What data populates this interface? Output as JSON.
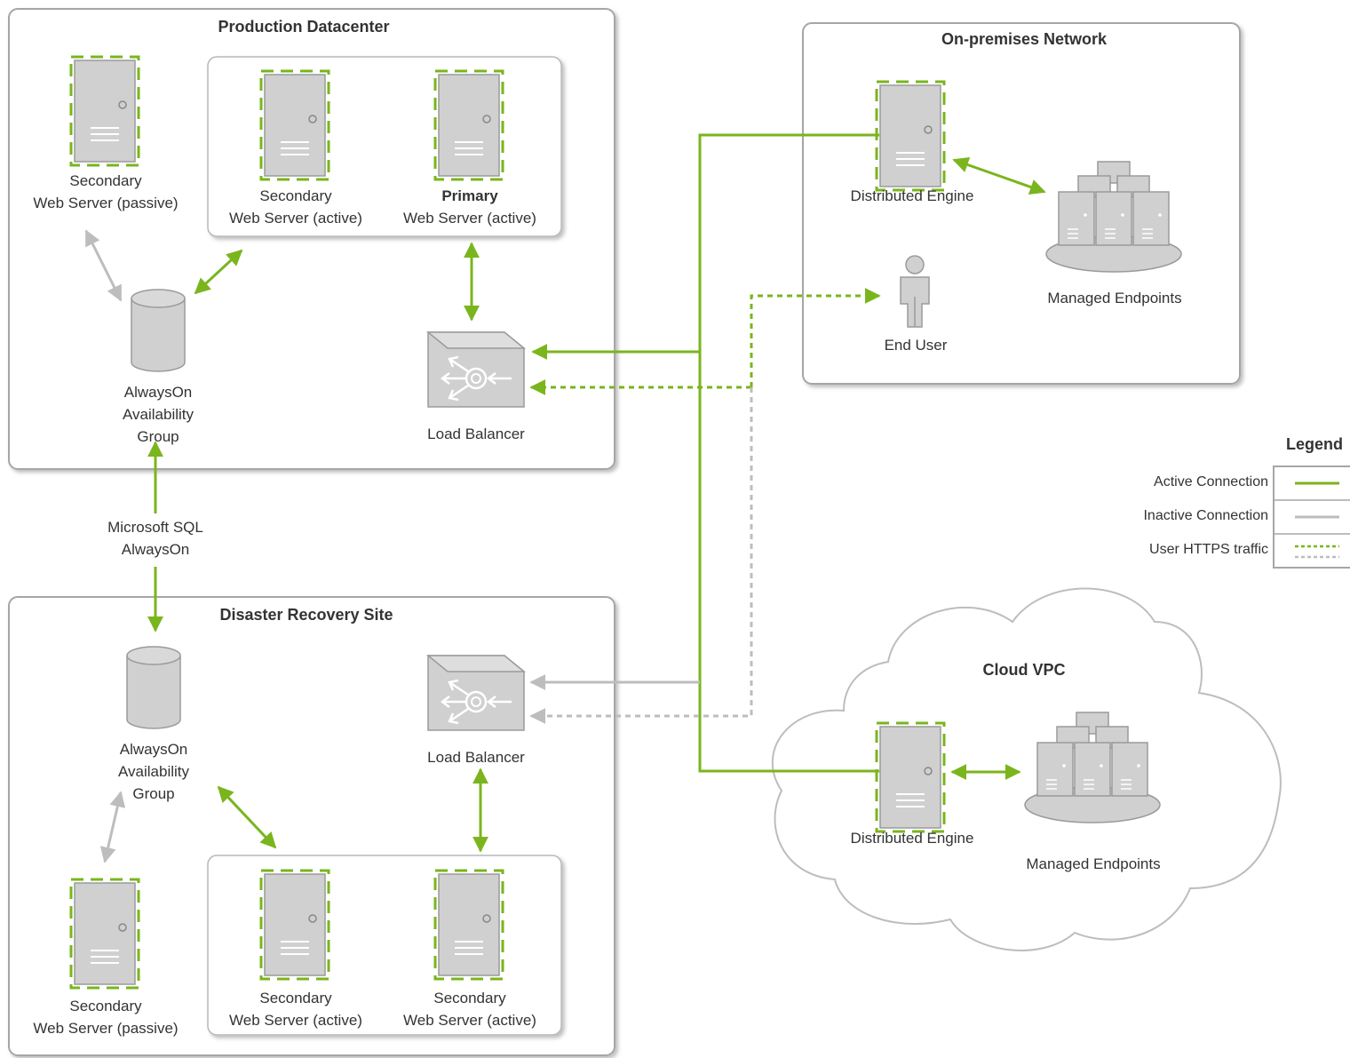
{
  "regions": {
    "production": "Production Datacenter",
    "onprem": "On-premises Network",
    "dr": "Disaster Recovery Site",
    "cloud": "Cloud VPC"
  },
  "nodes": {
    "prod_passive": [
      "Secondary",
      "Web Server (passive)"
    ],
    "prod_secondary_active": [
      "Secondary",
      "Web Server (active)"
    ],
    "prod_primary": [
      "Primary",
      "Web Server (active)"
    ],
    "prod_db": [
      "AlwaysOn",
      "Availability",
      "Group"
    ],
    "prod_lb": "Load Balancer",
    "sql_link": [
      "Microsoft SQL",
      "AlwaysOn"
    ],
    "onprem_engine": "Distributed Engine",
    "onprem_endpoints": "Managed Endpoints",
    "end_user": "End User",
    "dr_db": [
      "AlwaysOn",
      "Availability",
      "Group"
    ],
    "dr_lb": "Load Balancer",
    "dr_passive": [
      "Secondary",
      "Web Server (passive)"
    ],
    "dr_secondary_1": [
      "Secondary",
      "Web Server (active)"
    ],
    "dr_secondary_2": [
      "Secondary",
      "Web Server (active)"
    ],
    "cloud_engine": "Distributed Engine",
    "cloud_endpoints": "Managed Endpoints"
  },
  "legend": {
    "title": "Legend",
    "active": "Active Connection",
    "inactive": "Inactive Connection",
    "https": "User HTTPS traffic"
  },
  "colors": {
    "active": "#7ab51d",
    "inactive": "#bdbdbd",
    "frame": "#a6a6a6",
    "device": "#d0d0d0"
  }
}
